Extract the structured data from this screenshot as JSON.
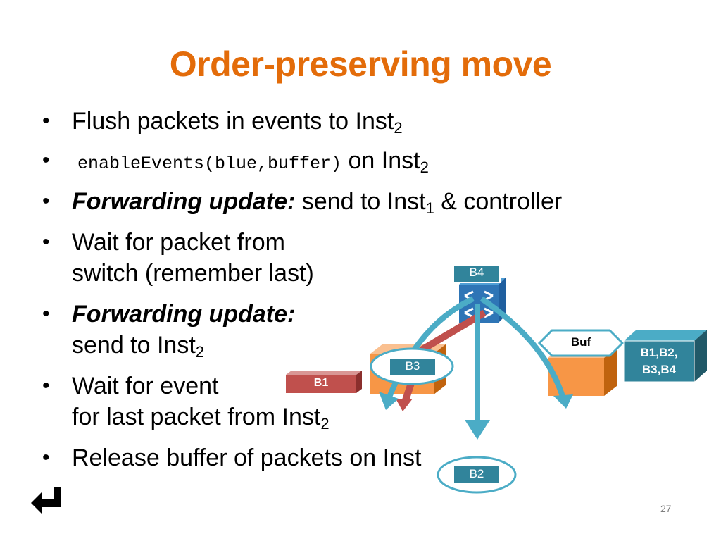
{
  "title": "Order-preserving move",
  "bullets": [
    {
      "text": "Flush packets in events to Inst",
      "sub": "2"
    },
    {
      "code": "enableEvents(blue,buffer)",
      "text": " on Inst",
      "sub": "2"
    },
    {
      "bold": "Forwarding update:",
      "text": " send to Inst",
      "sub": "1",
      "after": " & controller"
    },
    {
      "line1": "Wait for packet from",
      "line2": "switch (remember last)"
    },
    {
      "bold": "Forwarding update:",
      "line2": "send to Inst",
      "sub": "2"
    },
    {
      "line1": "Wait for event",
      "line2": "for last packet from Inst",
      "sub": "2"
    },
    {
      "text": "Release buffer of packets on Inst"
    }
  ],
  "diagram": {
    "labels": {
      "b4": "B4",
      "b3": "B3",
      "b1": "B1",
      "b2": "B2",
      "buf": "Buf",
      "b_all_1": "B1,B2,",
      "b_all_2": "B3,B4"
    }
  },
  "page_number": "27",
  "colors": {
    "title": "#e36c0a",
    "arrow_blue": "#4bacc6",
    "arrow_red": "#c0504d",
    "box_orange": "#f79646",
    "teal_box": "#31849b"
  },
  "icons": {
    "return": "return-arrow-icon",
    "switch": "switch-icon"
  }
}
